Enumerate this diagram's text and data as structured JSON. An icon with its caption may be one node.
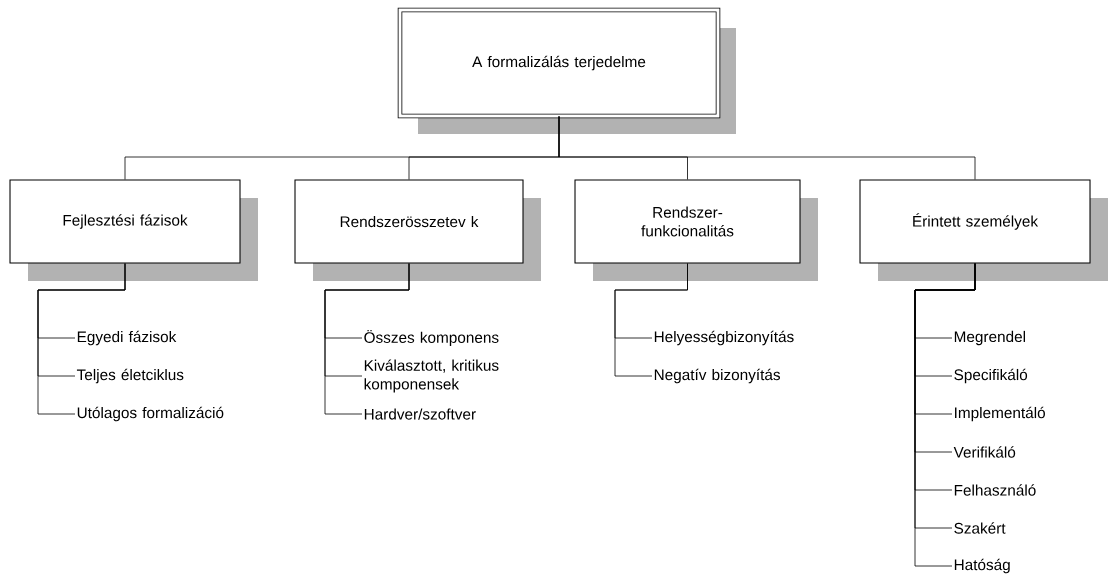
{
  "diagram": {
    "nodes": [
      {
        "text": [
          "A formalizálás terjedelme"
        ]
      },
      {
        "text": [
          "Fejlesztési fázisok"
        ]
      },
      {
        "text": [
          "Rendszerösszetev k"
        ]
      },
      {
        "text": [
          "Rendszer- funkcionalitás"
        ]
      },
      {
        "text": [
          "Érintett személyek"
        ]
      },
      {
        "text": [
          "Egyedi fázisok"
        ]
      },
      {
        "text": [
          "Teljes életciklus"
        ]
      },
      {
        "text": [
          "Utólagos formalizáció"
        ]
      },
      {
        "text": [
          "Összes komponens"
        ]
      },
      {
        "text": [
          "Kiválasztott, kritikus komponensek"
        ]
      },
      {
        "text": [
          "Hardver/szoftver"
        ]
      },
      {
        "text": [
          "Helyességbizonyítás"
        ]
      },
      {
        "text": [
          "Negatív bizonyítás"
        ]
      },
      {
        "text": [
          "Megrendel"
        ]
      },
      {
        "text": [
          "Specifikáló"
        ]
      },
      {
        "text": [
          "Implementáló"
        ]
      },
      {
        "text": [
          "Verifikáló"
        ]
      },
      {
        "text": [
          "Felhasználó"
        ]
      },
      {
        "text": [
          "Szakért"
        ]
      },
      {
        "text": [
          "Hatóság"
        ]
      }
    ],
    "edges": [
      {
        "from": 0,
        "to": 1,
        "arrow": "none"
      },
      {
        "from": 0,
        "to": 2,
        "arrow": "none"
      },
      {
        "from": 0,
        "to": 3,
        "arrow": "none"
      },
      {
        "from": 0,
        "to": 4,
        "arrow": "none"
      },
      {
        "from": 1,
        "to": 5,
        "arrow": "none"
      },
      {
        "from": 1,
        "to": 6,
        "arrow": "none"
      },
      {
        "from": 1,
        "to": 7,
        "arrow": "none"
      },
      {
        "from": 2,
        "to": 8,
        "arrow": "none"
      },
      {
        "from": 2,
        "to": 9,
        "arrow": "none"
      },
      {
        "from": 2,
        "to": 10,
        "arrow": "none"
      },
      {
        "from": 3,
        "to": 11,
        "arrow": "none"
      },
      {
        "from": 3,
        "to": 12,
        "arrow": "none"
      },
      {
        "from": 4,
        "to": 13,
        "arrow": "none"
      },
      {
        "from": 4,
        "to": 14,
        "arrow": "none"
      },
      {
        "from": 4,
        "to": 15,
        "arrow": "none"
      },
      {
        "from": 4,
        "to": 16,
        "arrow": "none"
      },
      {
        "from": 4,
        "to": 17,
        "arrow": "none"
      },
      {
        "from": 4,
        "to": 18,
        "arrow": "none"
      },
      {
        "from": 4,
        "to": 19,
        "arrow": "none"
      }
    ]
  }
}
